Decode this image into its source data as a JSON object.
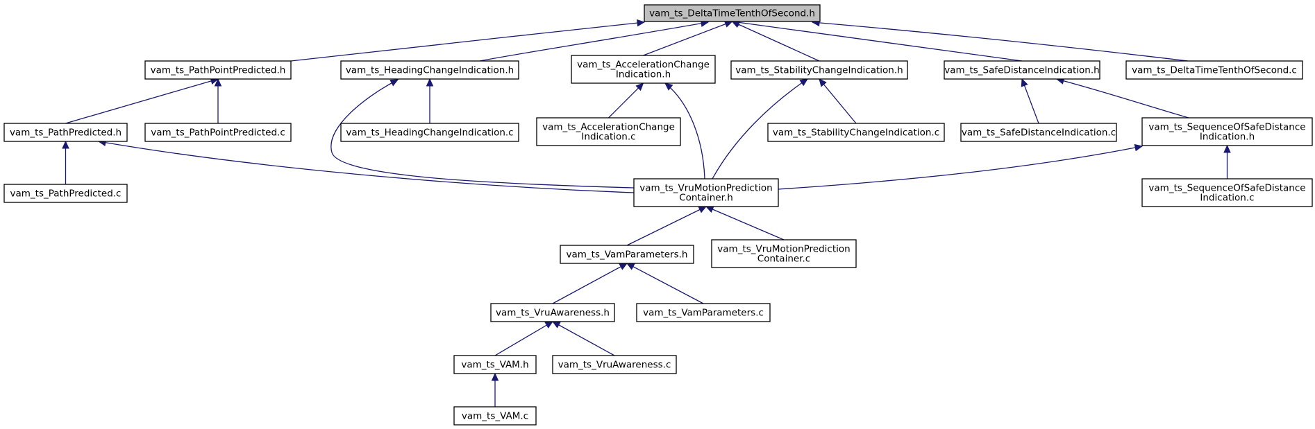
{
  "diagram": {
    "colors": {
      "edge": "#191970",
      "root_fill": "#bfbfbf",
      "node_fill": "#ffffff",
      "border": "#000000"
    },
    "nodes": [
      {
        "id": "root",
        "lines": [
          "vam_ts_DeltaTimeTenthOfSecond.h"
        ],
        "root": true
      },
      {
        "id": "ppp_h",
        "lines": [
          "vam_ts_PathPointPredicted.h"
        ]
      },
      {
        "id": "hci_h",
        "lines": [
          "vam_ts_HeadingChangeIndication.h"
        ]
      },
      {
        "id": "aci_h",
        "lines": [
          "vam_ts_AccelerationChange",
          "Indication.h"
        ]
      },
      {
        "id": "sci_h",
        "lines": [
          "vam_ts_StabilityChangeIndication.h"
        ]
      },
      {
        "id": "sdi_h",
        "lines": [
          "vam_ts_SafeDistanceIndication.h"
        ]
      },
      {
        "id": "root_c",
        "lines": [
          "vam_ts_DeltaTimeTenthOfSecond.c"
        ]
      },
      {
        "id": "pp_h",
        "lines": [
          "vam_ts_PathPredicted.h"
        ]
      },
      {
        "id": "ppp_c",
        "lines": [
          "vam_ts_PathPointPredicted.c"
        ]
      },
      {
        "id": "hci_c",
        "lines": [
          "vam_ts_HeadingChangeIndication.c"
        ]
      },
      {
        "id": "aci_c",
        "lines": [
          "vam_ts_AccelerationChange",
          "Indication.c"
        ]
      },
      {
        "id": "sci_c",
        "lines": [
          "vam_ts_StabilityChangeIndication.c"
        ]
      },
      {
        "id": "sdi_c",
        "lines": [
          "vam_ts_SafeDistanceIndication.c"
        ]
      },
      {
        "id": "sosdi_h",
        "lines": [
          "vam_ts_SequenceOfSafeDistance",
          "Indication.h"
        ]
      },
      {
        "id": "pp_c",
        "lines": [
          "vam_ts_PathPredicted.c"
        ]
      },
      {
        "id": "vmpc_h",
        "lines": [
          "vam_ts_VruMotionPrediction",
          "Container.h"
        ]
      },
      {
        "id": "sosdi_c",
        "lines": [
          "vam_ts_SequenceOfSafeDistance",
          "Indication.c"
        ]
      },
      {
        "id": "vp_h",
        "lines": [
          "vam_ts_VamParameters.h"
        ]
      },
      {
        "id": "vmpc_c",
        "lines": [
          "vam_ts_VruMotionPrediction",
          "Container.c"
        ]
      },
      {
        "id": "va_h",
        "lines": [
          "vam_ts_VruAwareness.h"
        ]
      },
      {
        "id": "vp_c",
        "lines": [
          "vam_ts_VamParameters.c"
        ]
      },
      {
        "id": "vam_h",
        "lines": [
          "vam_ts_VAM.h"
        ]
      },
      {
        "id": "va_c",
        "lines": [
          "vam_ts_VruAwareness.c"
        ]
      },
      {
        "id": "vam_c",
        "lines": [
          "vam_ts_VAM.c"
        ]
      }
    ],
    "edges": [
      {
        "from": "ppp_h",
        "to": "root"
      },
      {
        "from": "hci_h",
        "to": "root"
      },
      {
        "from": "aci_h",
        "to": "root"
      },
      {
        "from": "sci_h",
        "to": "root"
      },
      {
        "from": "sdi_h",
        "to": "root"
      },
      {
        "from": "root_c",
        "to": "root"
      },
      {
        "from": "pp_h",
        "to": "ppp_h"
      },
      {
        "from": "ppp_c",
        "to": "ppp_h"
      },
      {
        "from": "hci_c",
        "to": "hci_h"
      },
      {
        "from": "vmpc_h",
        "to": "hci_h"
      },
      {
        "from": "aci_c",
        "to": "aci_h"
      },
      {
        "from": "vmpc_h",
        "to": "aci_h"
      },
      {
        "from": "sci_c",
        "to": "sci_h"
      },
      {
        "from": "vmpc_h",
        "to": "sci_h"
      },
      {
        "from": "sdi_c",
        "to": "sdi_h"
      },
      {
        "from": "sosdi_h",
        "to": "sdi_h"
      },
      {
        "from": "pp_c",
        "to": "pp_h"
      },
      {
        "from": "vmpc_h",
        "to": "pp_h"
      },
      {
        "from": "vmpc_h",
        "to": "sosdi_h"
      },
      {
        "from": "sosdi_c",
        "to": "sosdi_h"
      },
      {
        "from": "vp_h",
        "to": "vmpc_h"
      },
      {
        "from": "vmpc_c",
        "to": "vmpc_h"
      },
      {
        "from": "va_h",
        "to": "vp_h"
      },
      {
        "from": "vp_c",
        "to": "vp_h"
      },
      {
        "from": "vam_h",
        "to": "va_h"
      },
      {
        "from": "va_c",
        "to": "va_h"
      },
      {
        "from": "vam_c",
        "to": "vam_h"
      }
    ]
  }
}
